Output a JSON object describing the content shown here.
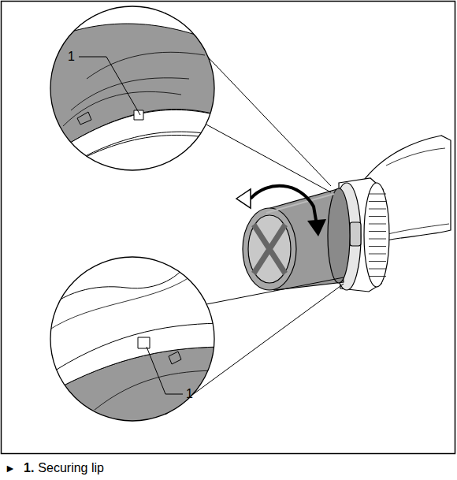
{
  "diagram": {
    "labels": [
      "1",
      "1",
      "►",
      "1.",
      "Securing lip"
    ]
  }
}
